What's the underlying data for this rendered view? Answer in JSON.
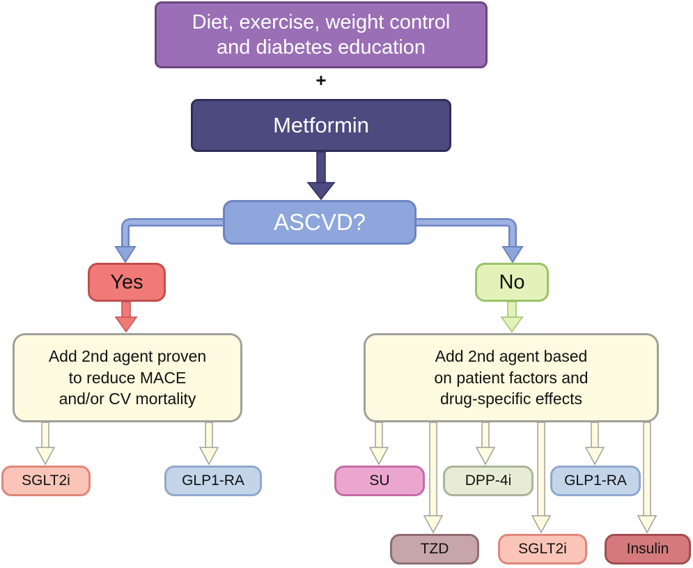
{
  "nodes": {
    "lifestyle": {
      "line1": "Diet, exercise, weight control",
      "line2": "and diabetes education"
    },
    "plus": "+",
    "metformin": "Metformin",
    "ascvd": "ASCVD?",
    "yes": "Yes",
    "no": "No",
    "yes_panel": {
      "line1": "Add 2nd agent proven",
      "line2": "to reduce MACE",
      "line3": "and/or CV mortality"
    },
    "no_panel": {
      "line1": "Add 2nd agent based",
      "line2": "on patient factors and",
      "line3": "drug-specific effects"
    }
  },
  "yes_drugs": [
    "SGLT2i",
    "GLP1-RA"
  ],
  "no_drugs": [
    "SU",
    "DPP-4i",
    "GLP1-RA",
    "TZD",
    "SGLT2i",
    "Insulin"
  ],
  "colors": {
    "lifestyle": "#9a6fb5",
    "metformin": "#4c4a7e",
    "ascvd": "#8ea6dc",
    "yes": "#f07a78",
    "no": "#e4f2b9",
    "panel": "#fdfbe0"
  }
}
